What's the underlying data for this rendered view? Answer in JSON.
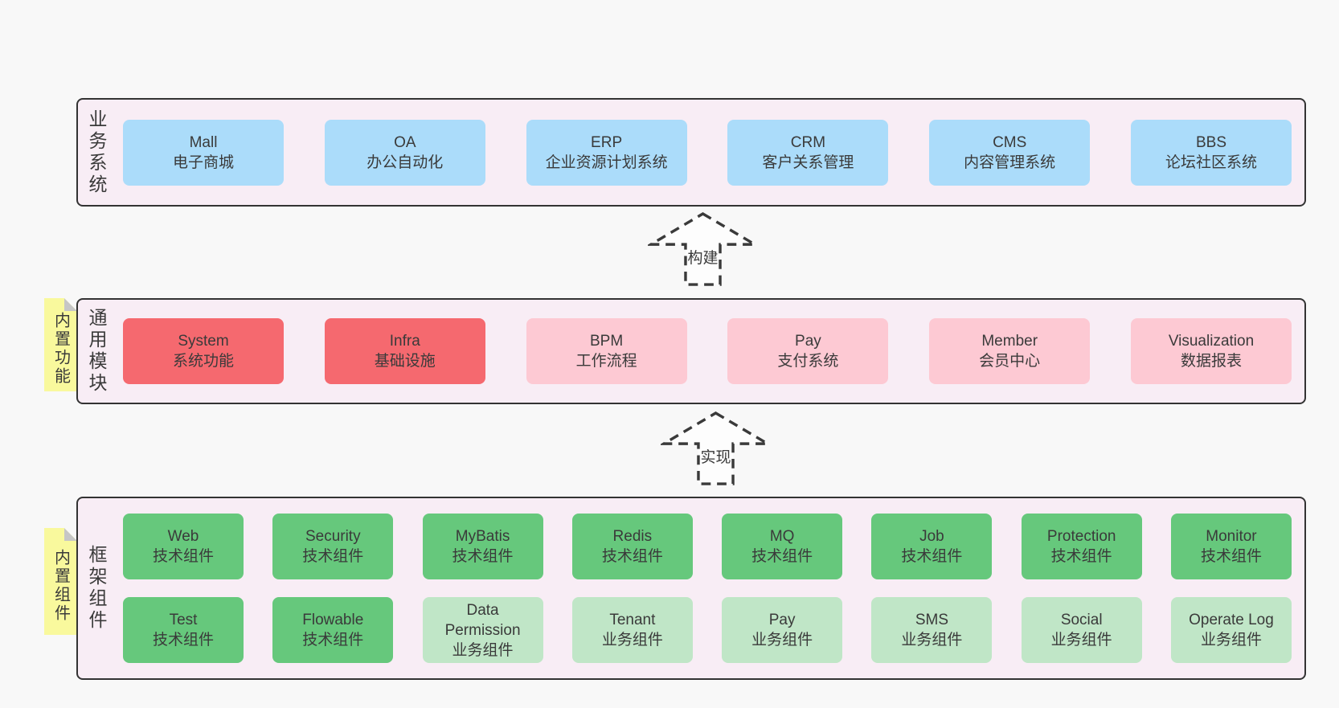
{
  "colors": {
    "page_bg": "#f8f8f8",
    "panel_bg": "#f8edf5",
    "panel_border": "#333333",
    "text": "#3a3a3a",
    "arrow_stroke": "#3a3a3a",
    "note_yellow": "#f9f99d",
    "note_fold_gray": "#c6c6c6",
    "blue": "#abdcfa",
    "red": "#f5696f",
    "pink": "#fdc9d3",
    "green": "#66c87c",
    "light_green": "#c0e6c7"
  },
  "arrows": [
    {
      "label": "构建"
    },
    {
      "label": "实现"
    }
  ],
  "notes": [
    {
      "label": "内置功能"
    },
    {
      "label": "内置组件"
    }
  ],
  "sections": [
    {
      "label": "业务系统",
      "boxes": [
        {
          "title": "Mall",
          "subtitle": "电子商城",
          "color": "blue"
        },
        {
          "title": "OA",
          "subtitle": "办公自动化",
          "color": "blue"
        },
        {
          "title": "ERP",
          "subtitle": "企业资源计划系统",
          "color": "blue"
        },
        {
          "title": "CRM",
          "subtitle": "客户关系管理",
          "color": "blue"
        },
        {
          "title": "CMS",
          "subtitle": "内容管理系统",
          "color": "blue"
        },
        {
          "title": "BBS",
          "subtitle": "论坛社区系统",
          "color": "blue"
        }
      ]
    },
    {
      "label": "通用模块",
      "boxes": [
        {
          "title": "System",
          "subtitle": "系统功能",
          "color": "red"
        },
        {
          "title": "Infra",
          "subtitle": "基础设施",
          "color": "red"
        },
        {
          "title": "BPM",
          "subtitle": "工作流程",
          "color": "pink"
        },
        {
          "title": "Pay",
          "subtitle": "支付系统",
          "color": "pink"
        },
        {
          "title": "Member",
          "subtitle": "会员中心",
          "color": "pink"
        },
        {
          "title": "Visualization",
          "subtitle": "数据报表",
          "color": "pink"
        }
      ]
    },
    {
      "label": "框架组件",
      "boxes": [
        {
          "title": "Web",
          "subtitle": "技术组件",
          "color": "green"
        },
        {
          "title": "Security",
          "subtitle": "技术组件",
          "color": "green"
        },
        {
          "title": "MyBatis",
          "subtitle": "技术组件",
          "color": "green"
        },
        {
          "title": "Redis",
          "subtitle": "技术组件",
          "color": "green"
        },
        {
          "title": "MQ",
          "subtitle": "技术组件",
          "color": "green"
        },
        {
          "title": "Job",
          "subtitle": "技术组件",
          "color": "green"
        },
        {
          "title": "Protection",
          "subtitle": "技术组件",
          "color": "green"
        },
        {
          "title": "Monitor",
          "subtitle": "技术组件",
          "color": "green"
        },
        {
          "title": "Test",
          "subtitle": "技术组件",
          "color": "green"
        },
        {
          "title": "Flowable",
          "subtitle": "技术组件",
          "color": "green"
        },
        {
          "title": "Data Permission",
          "subtitle": "业务组件",
          "color": "light_green"
        },
        {
          "title": "Tenant",
          "subtitle": "业务组件",
          "color": "light_green"
        },
        {
          "title": "Pay",
          "subtitle": "业务组件",
          "color": "light_green"
        },
        {
          "title": "SMS",
          "subtitle": "业务组件",
          "color": "light_green"
        },
        {
          "title": "Social",
          "subtitle": "业务组件",
          "color": "light_green"
        },
        {
          "title": "Operate Log",
          "subtitle": "业务组件",
          "color": "light_green"
        }
      ]
    }
  ]
}
